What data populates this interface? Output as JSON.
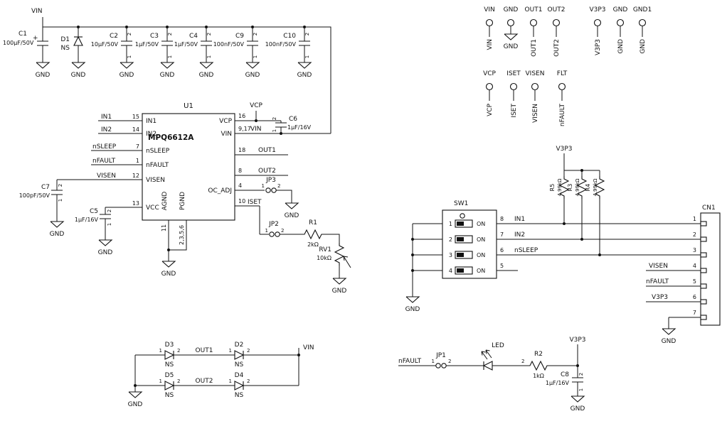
{
  "nets": {
    "vin": "VIN",
    "gnd": "GND",
    "gnd1": "GND1",
    "v3p3": "V3P3",
    "out1": "OUT1",
    "out2": "OUT2",
    "vcp": "VCP",
    "iset": "ISET",
    "visen": "VISEN",
    "flt": "FLT",
    "nfault": "nFAULT",
    "in1": "IN1",
    "in2": "IN2",
    "nsleep": "nSLEEP"
  },
  "pins": {
    "p1": "1",
    "p2": "2"
  },
  "u1": {
    "ref": "U1",
    "part": "MPQ6612A",
    "pin_in1": "IN1",
    "pin_in2": "IN2",
    "pin_nsleep": "nSLEEP",
    "pin_nfault": "nFAULT",
    "pin_visen": "VISEN",
    "pin_vcc": "VCC",
    "pin_vcp": "VCP",
    "pin_vin": "VIN",
    "pin_ocadj": "OC_ADJ",
    "pin_agnd": "AGND",
    "pin_pgnd": "PGND",
    "num_in1": "15",
    "num_in2": "14",
    "num_nsleep": "7",
    "num_nfault": "1",
    "num_visen": "12",
    "num_vcc": "13",
    "num_vcp": "16",
    "num_vin": "9,17",
    "num_out1": "18",
    "num_out2": "8",
    "num_ocadj": "4",
    "num_iset": "10",
    "num_agnd": "11",
    "num_pgnd": "2,3,5,6"
  },
  "parts": {
    "c1": {
      "ref": "C1",
      "value": "100µF/50V",
      "plus": "+"
    },
    "d1": {
      "ref": "D1",
      "value": "NS"
    },
    "c2": {
      "ref": "C2",
      "value": "10µF/50V"
    },
    "c3": {
      "ref": "C3",
      "value": "1µF/50V"
    },
    "c4": {
      "ref": "C4",
      "value": "1µF/50V"
    },
    "c9": {
      "ref": "C9",
      "value": "100nF/50V"
    },
    "c10": {
      "ref": "C10",
      "value": "100nF/50V"
    },
    "c5": {
      "ref": "C5",
      "value": "1µF/16V"
    },
    "c6": {
      "ref": "C6",
      "value": "1µF/16V"
    },
    "c7": {
      "ref": "C7",
      "value": "100pF/50V"
    },
    "c8": {
      "ref": "C8",
      "value": "1µF/16V"
    },
    "r1": {
      "ref": "R1",
      "value": "2kΩ"
    },
    "r2": {
      "ref": "R2",
      "value": "1kΩ"
    },
    "r3": {
      "ref": "R3",
      "value": "4.99kΩ"
    },
    "r4": {
      "ref": "R4",
      "value": "4.99kΩ"
    },
    "r5": {
      "ref": "R5",
      "value": "4.99kΩ"
    },
    "rv1": {
      "ref": "RV1",
      "value": "10kΩ"
    },
    "d2": {
      "ref": "D2",
      "value": "NS"
    },
    "d3": {
      "ref": "D3",
      "value": "NS"
    },
    "d4": {
      "ref": "D4",
      "value": "NS"
    },
    "d5": {
      "ref": "D5",
      "value": "NS"
    },
    "led": {
      "ref": "LED"
    },
    "jp1": {
      "ref": "JP1"
    },
    "jp2": {
      "ref": "JP2"
    },
    "jp3": {
      "ref": "JP3"
    }
  },
  "sw1": {
    "ref": "SW1",
    "on": "ON",
    "left": [
      "1",
      "2",
      "3",
      "4"
    ],
    "right": [
      "8",
      "7",
      "6",
      "5"
    ]
  },
  "cn1": {
    "ref": "CN1",
    "nums": [
      "1",
      "2",
      "3",
      "4",
      "5",
      "6",
      "7"
    ]
  },
  "testpoints": {
    "row1": [
      {
        "label": "VIN",
        "net": "VIN"
      },
      {
        "label": "GND",
        "net": "GND"
      },
      {
        "label": "OUT1",
        "net": "OUT1"
      },
      {
        "label": "OUT2",
        "net": "OUT2"
      },
      {
        "label": "V3P3",
        "net": "V3P3"
      },
      {
        "label": "GND",
        "net": "GND"
      },
      {
        "label": "GND1",
        "net": "GND"
      }
    ],
    "row2": [
      {
        "label": "VCP",
        "net": "VCP"
      },
      {
        "label": "ISET",
        "net": "ISET"
      },
      {
        "label": "VISEN",
        "net": "VISEN"
      },
      {
        "label": "FLT",
        "net": "nFAULT"
      }
    ]
  }
}
